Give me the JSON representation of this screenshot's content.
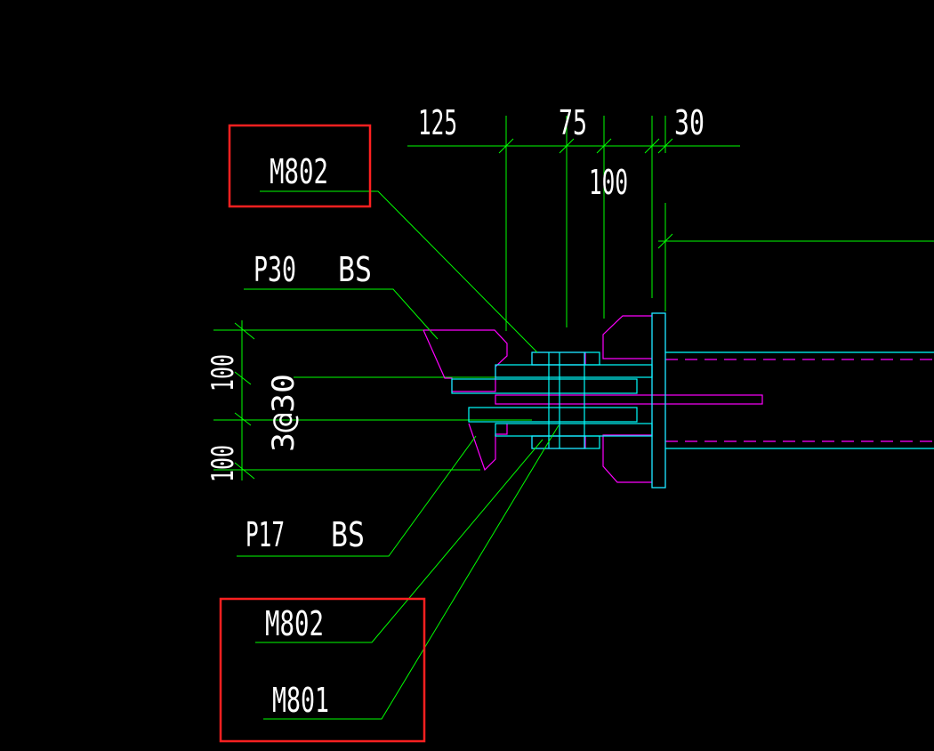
{
  "colors": {
    "background": "#000000",
    "dimension_line": "#00ff00",
    "leader_line": "#00ff00",
    "plate": "#ff00ff",
    "bolt": "#00ffff",
    "text": "#ffffff",
    "highlight_box": "#ff2020"
  },
  "dimensions": {
    "top": [
      "125",
      "75",
      "30",
      "100"
    ],
    "left": [
      "100",
      "3@30",
      "100"
    ]
  },
  "labels": {
    "mark_top": "M802",
    "plate_top": "P30",
    "plate_top_bolt": "BS",
    "plate_bottom": "P17",
    "plate_bottom_bolt": "BS",
    "mark_bottom_1": "M802",
    "mark_bottom_2": "M801"
  }
}
